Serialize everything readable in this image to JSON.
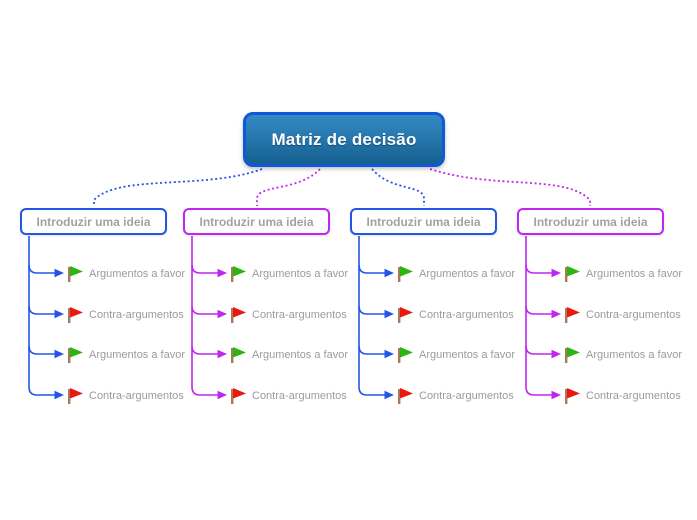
{
  "app": {
    "type": "mind-map",
    "background": "#ffffff"
  },
  "root_node": {
    "label": "Matriz de decisão"
  },
  "branches": [
    {
      "label": "Introduzir uma ideia",
      "accent_color": "#2356e8",
      "items": [
        {
          "icon": "green-flag",
          "label": "Argumentos a favor"
        },
        {
          "icon": "red-flag",
          "label": "Contra-argumentos"
        },
        {
          "icon": "green-flag",
          "label": "Argumentos a favor"
        },
        {
          "icon": "red-flag",
          "label": "Contra-argumentos"
        }
      ]
    },
    {
      "label": "Introduzir uma ideia",
      "accent_color": "#c026f0",
      "items": [
        {
          "icon": "green-flag",
          "label": "Argumentos a favor"
        },
        {
          "icon": "red-flag",
          "label": "Contra-argumentos"
        },
        {
          "icon": "green-flag",
          "label": "Argumentos a favor"
        },
        {
          "icon": "red-flag",
          "label": "Contra-argumentos"
        }
      ]
    },
    {
      "label": "Introduzir uma ideia",
      "accent_color": "#2356e8",
      "items": [
        {
          "icon": "green-flag",
          "label": "Argumentos a favor"
        },
        {
          "icon": "red-flag",
          "label": "Contra-argumentos"
        },
        {
          "icon": "green-flag",
          "label": "Argumentos a favor"
        },
        {
          "icon": "red-flag",
          "label": "Contra-argumentos"
        }
      ]
    },
    {
      "label": "Introduzir uma ideia",
      "accent_color": "#c026f0",
      "items": [
        {
          "icon": "green-flag",
          "label": "Argumentos a favor"
        },
        {
          "icon": "red-flag",
          "label": "Contra-argumentos"
        },
        {
          "icon": "green-flag",
          "label": "Argumentos a favor"
        },
        {
          "icon": "red-flag",
          "label": "Contra-argumentos"
        }
      ]
    }
  ],
  "colors": {
    "root_border": "#1058d8",
    "root_fill_top": "#3389c4",
    "root_fill_bottom": "#15608f",
    "blue_accent": "#2356e8",
    "magenta_accent": "#c026f0",
    "green_flag": "#2eb411",
    "red_flag": "#e9190f",
    "flag_pole": "#a8795b",
    "label_text": "#9b9b9b"
  }
}
